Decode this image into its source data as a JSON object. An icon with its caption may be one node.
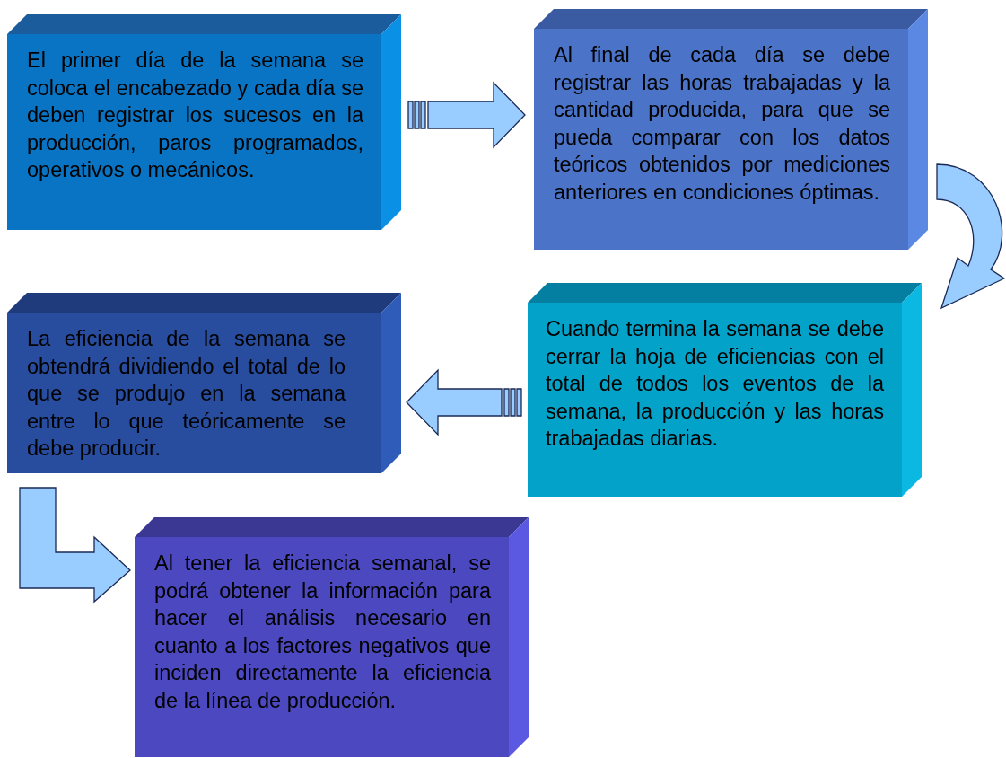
{
  "diagram": {
    "nodes": [
      {
        "text": [
          "El primer día de la semana se coloca el encabezado y cada día se deben registrar los sucesos en la producción, paros programados, operativos o mecánicos."
        ]
      },
      {
        "text": [
          "Al final de cada día se debe registrar las horas trabajadas y la cantidad producida, para que se pueda comparar con los datos teóricos obtenidos por mediciones anteriores en condiciones óptimas."
        ]
      },
      {
        "text": [
          "Cuando termina la semana se debe cerrar la hoja de eficiencias con el total de todos los eventos de la semana, la producción y las horas trabajadas diarias."
        ]
      },
      {
        "text": [
          "La eficiencia de la semana se obtendrá dividiendo el total de lo que se produjo en la semana entre lo que teóricamente se debe producir."
        ]
      },
      {
        "text": [
          "Al tener la eficiencia semanal, se podrá obtener la información para hacer el análisis necesario en cuanto a los factores negativos que inciden directamente la eficiencia de la línea de producción."
        ]
      }
    ],
    "edges": [
      {
        "from": 0,
        "to": 1,
        "arrow": "to"
      },
      {
        "from": 1,
        "to": 2,
        "arrow": "to"
      },
      {
        "from": 2,
        "to": 3,
        "arrow": "to"
      },
      {
        "from": 3,
        "to": 4,
        "arrow": "to"
      }
    ]
  }
}
